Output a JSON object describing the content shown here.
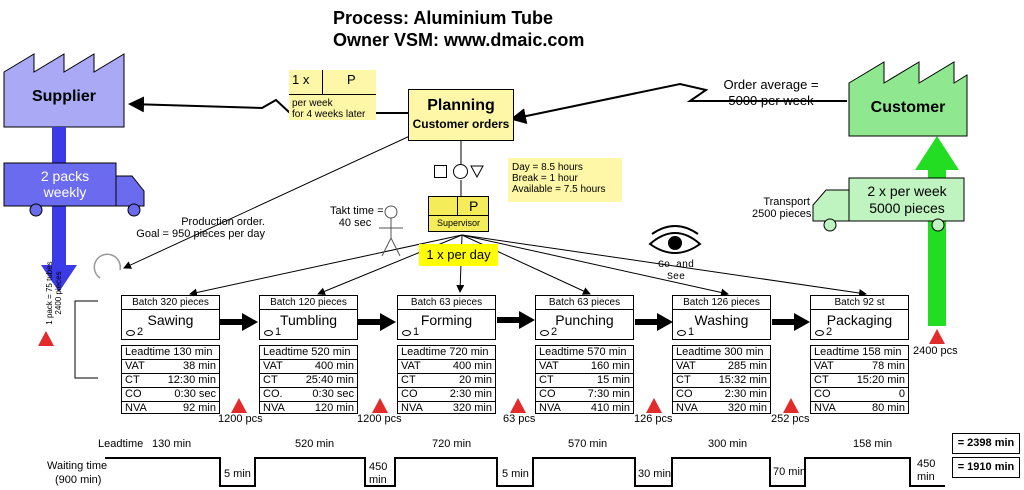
{
  "title": {
    "line1": "Process: Aluminium Tube",
    "line2": "Owner VSM: www.dmaic.com"
  },
  "supplier": {
    "label": "Supplier"
  },
  "customer": {
    "label": "Customer"
  },
  "planning": {
    "title": "Planning",
    "subtitle": "Customer orders"
  },
  "supplier_order_note": {
    "qty": "1 x",
    "p": "P",
    "line1": "per week",
    "line2": "for 4 weeks later"
  },
  "order_average": {
    "line1": "Order average =",
    "line2": "5000 per week"
  },
  "supplier_truck": {
    "line1": "2 packs",
    "line2": "weekly"
  },
  "customer_truck": {
    "line1": "2 x per week",
    "line2": "5000 pieces"
  },
  "transport": {
    "line1": "Transport",
    "line2": "2500 pieces"
  },
  "production_order": {
    "line1": "Production order.",
    "line2": "Goal = 950 pieces per day"
  },
  "shift_note": {
    "line1": "Day = 8.5 hours",
    "line2": "Break = 1 hour",
    "line3": "Available = 7.5 hours"
  },
  "supervisor": {
    "p": "P",
    "label": "Supervisor"
  },
  "takt": {
    "line1": "Takt time =",
    "line2": "40 sec"
  },
  "schedule": {
    "label": "1 x per day"
  },
  "go_see": {
    "line1": "Go and",
    "line2": "See"
  },
  "pack_note": {
    "line1": "1 pack = 75 tubes",
    "line2": "2400 pieces"
  },
  "processes": [
    {
      "batch": "Batch 320 pieces",
      "name": "Sawing",
      "operators": "2",
      "rows": [
        [
          "Leadtime 130 min",
          ""
        ],
        [
          "VAT",
          "38 min"
        ],
        [
          "CT",
          "12:30 min"
        ],
        [
          "CO",
          "0:30 sec"
        ],
        [
          "NVA",
          "92 min"
        ]
      ]
    },
    {
      "batch": "Batch 120 pieces",
      "name": "Tumbling",
      "operators": "1",
      "rows": [
        [
          "Leadtime 520 min",
          ""
        ],
        [
          "VAT",
          "400 min"
        ],
        [
          "CT",
          "25:40 min"
        ],
        [
          "CO.",
          "0:30 sec"
        ],
        [
          "NVA",
          "120 min"
        ]
      ]
    },
    {
      "batch": "Batch 63 pieces",
      "name": "Forming",
      "operators": "1",
      "rows": [
        [
          "Leadtime 720 min",
          ""
        ],
        [
          "VAT",
          "400 min"
        ],
        [
          "CT",
          "20 min"
        ],
        [
          "CO",
          "2:30 min"
        ],
        [
          "NVA",
          "320 min"
        ]
      ]
    },
    {
      "batch": "Batch 63 pieces",
      "name": "Punching",
      "operators": "2",
      "rows": [
        [
          "Leadtime 570 min",
          ""
        ],
        [
          "VAT",
          "160 min"
        ],
        [
          "CT",
          "15 min"
        ],
        [
          "CO",
          "7:30 min"
        ],
        [
          "NVA",
          "410 min"
        ]
      ]
    },
    {
      "batch": "Batch 126 pieces",
      "name": "Washing",
      "operators": "1",
      "rows": [
        [
          "Leadtime 300 min",
          ""
        ],
        [
          "VAT",
          "285 min"
        ],
        [
          "CT",
          "15:32 min"
        ],
        [
          "CO",
          "2:30 min"
        ],
        [
          "NVA",
          "320 min"
        ]
      ]
    },
    {
      "batch": "Batch 92 st",
      "name": "Packaging",
      "operators": "2",
      "rows": [
        [
          "Leadtime 158 min",
          ""
        ],
        [
          "VAT",
          "78 min"
        ],
        [
          "CT",
          "15:20 min"
        ],
        [
          "CO",
          "0"
        ],
        [
          "NVA",
          "80 min"
        ]
      ]
    }
  ],
  "inventory": [
    "1200 pcs",
    "1200 pcs",
    "63 pcs",
    "126 pcs",
    "252 pcs",
    "2400 pcs"
  ],
  "timeline": {
    "leadtime_label": "Leadtime",
    "waiting_label_line1": "Waiting time",
    "waiting_label_line2": "(900 min)",
    "leadtimes": [
      "130 min",
      "520 min",
      "720 min",
      "570 min",
      "300 min",
      "158 min"
    ],
    "waits": [
      "5 min",
      "450 min",
      "5 min",
      "30 min",
      "70 min",
      "450 min"
    ],
    "total_leadtime": "= 2398 min",
    "total_waiting": "= 1910 min"
  },
  "colors": {
    "supplier": "#a9a9f5",
    "customer": "#8fe88f",
    "note": "#fdf7a7",
    "supervisor": "#f5ec5a",
    "schedule": "#ffff00",
    "inventory": "#e22b2b",
    "supply_arrow": "#3a3ae8",
    "ship_arrow": "#22dd22"
  }
}
